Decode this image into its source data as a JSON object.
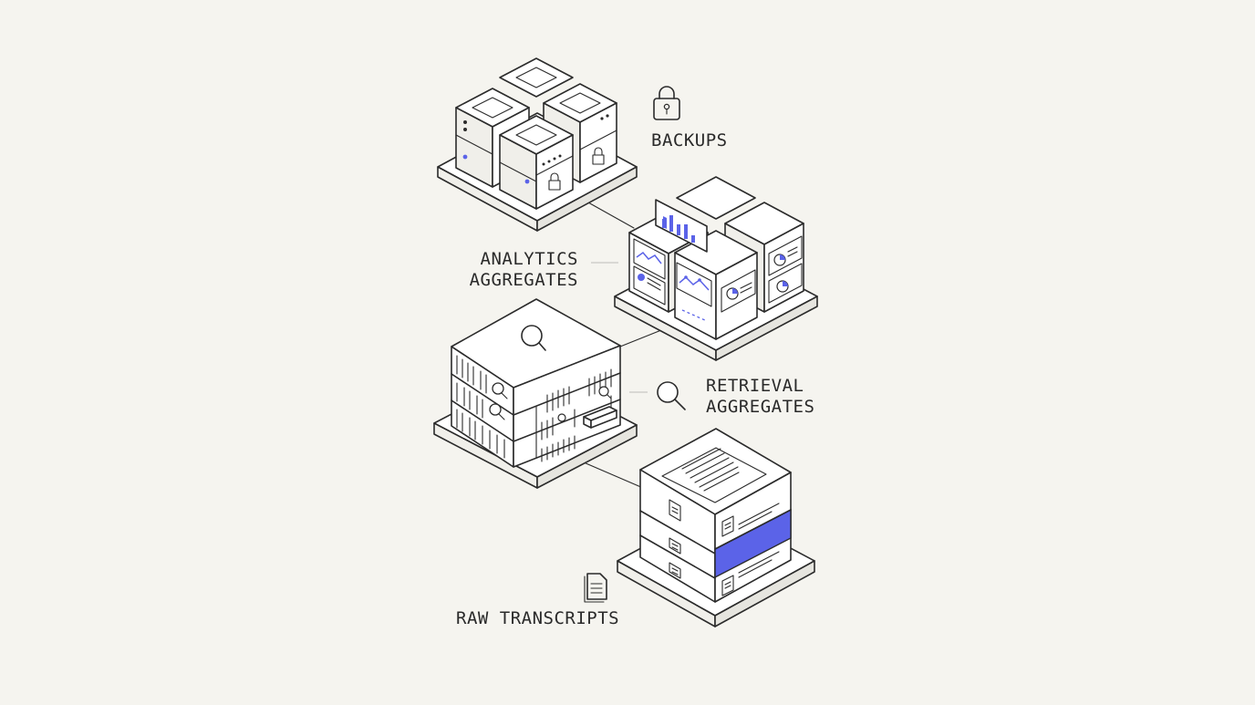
{
  "labels": {
    "backups": "BACKUPS",
    "analytics_line1": "ANALYTICS",
    "analytics_line2": "AGGREGATES",
    "retrieval_line1": "RETRIEVAL",
    "retrieval_line2": "AGGREGATES",
    "raw_transcripts": "RAW TRANSCRIPTS"
  },
  "colors": {
    "background": "#f5f4ef",
    "stroke": "#2b2b2b",
    "accent": "#5b63e8"
  },
  "icons": [
    "lock-icon",
    "magnifier-icon",
    "document-icon"
  ]
}
